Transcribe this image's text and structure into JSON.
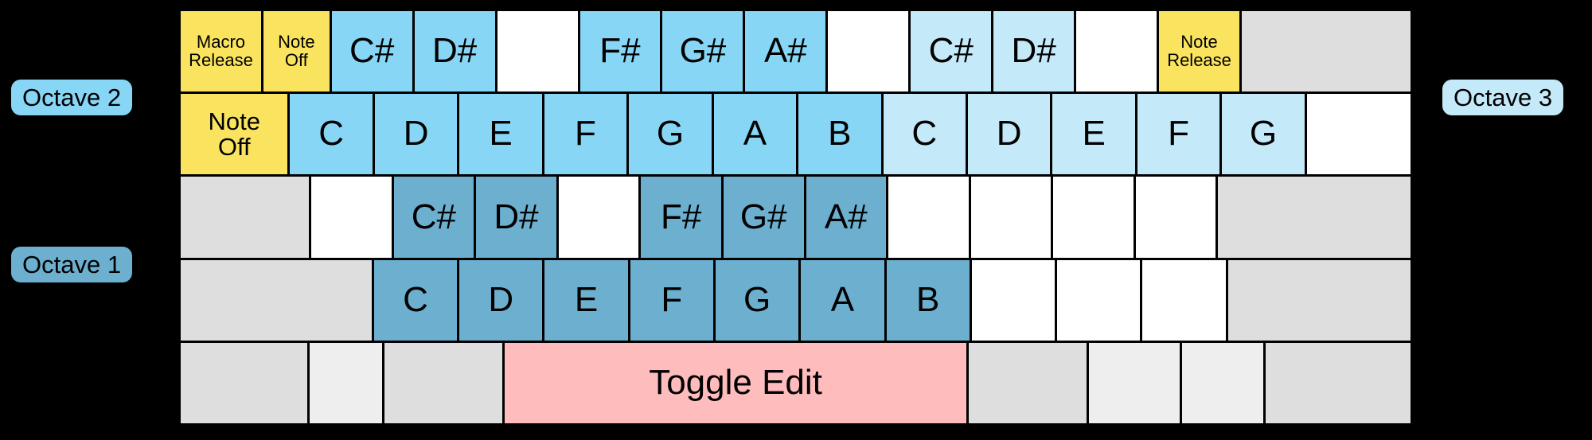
{
  "labels": {
    "octave1": "Octave 1",
    "octave2": "Octave 2",
    "octave3": "Octave 3"
  },
  "colors": {
    "background": "#000000",
    "octave1_blue": "#6cafcf",
    "octave2_blue": "#87d6f5",
    "octave3_blue": "#c4e9f9",
    "special_yellow": "#fae45f",
    "toggle_pink": "#ffbcbc",
    "inactive_grey": "#dedede",
    "inactive_white": "#ffffff",
    "border": "#000000"
  },
  "keyboard": {
    "rows": [
      {
        "name": "number-row",
        "keys": [
          {
            "label": "Macro\nRelease",
            "color": "yellow",
            "size": "small",
            "flex": 1.0
          },
          {
            "label": "Note\nOff",
            "color": "yellow",
            "size": "small",
            "flex": 0.82
          },
          {
            "label": "C#",
            "color": "sky",
            "size": "big",
            "flex": 1.0
          },
          {
            "label": "D#",
            "color": "sky",
            "size": "big",
            "flex": 1.0
          },
          {
            "label": "",
            "color": "white",
            "size": "medium",
            "flex": 1.0
          },
          {
            "label": "F#",
            "color": "sky",
            "size": "big",
            "flex": 1.0
          },
          {
            "label": "G#",
            "color": "sky",
            "size": "big",
            "flex": 1.0
          },
          {
            "label": "A#",
            "color": "sky",
            "size": "big",
            "flex": 1.0
          },
          {
            "label": "",
            "color": "white",
            "size": "medium",
            "flex": 1.0
          },
          {
            "label": "C#",
            "color": "pale",
            "size": "big",
            "flex": 1.0
          },
          {
            "label": "D#",
            "color": "pale",
            "size": "big",
            "flex": 1.0
          },
          {
            "label": "",
            "color": "white",
            "size": "medium",
            "flex": 1.0
          },
          {
            "label": "Note\nRelease",
            "color": "yellow",
            "size": "small",
            "flex": 1.0
          },
          {
            "label": "",
            "color": "grey",
            "size": "medium",
            "flex": 2.1
          }
        ]
      },
      {
        "name": "top-letter-row",
        "keys": [
          {
            "label": "Note\nOff",
            "color": "yellow",
            "size": "medium",
            "flex": 1.3
          },
          {
            "label": "C",
            "color": "sky",
            "size": "big",
            "flex": 1.0
          },
          {
            "label": "D",
            "color": "sky",
            "size": "big",
            "flex": 1.0
          },
          {
            "label": "E",
            "color": "sky",
            "size": "big",
            "flex": 1.0
          },
          {
            "label": "F",
            "color": "sky",
            "size": "big",
            "flex": 1.0
          },
          {
            "label": "G",
            "color": "sky",
            "size": "big",
            "flex": 1.0
          },
          {
            "label": "A",
            "color": "sky",
            "size": "big",
            "flex": 1.0
          },
          {
            "label": "B",
            "color": "sky",
            "size": "big",
            "flex": 1.0
          },
          {
            "label": "C",
            "color": "pale",
            "size": "big",
            "flex": 1.0
          },
          {
            "label": "D",
            "color": "pale",
            "size": "big",
            "flex": 1.0
          },
          {
            "label": "E",
            "color": "pale",
            "size": "big",
            "flex": 1.0
          },
          {
            "label": "F",
            "color": "pale",
            "size": "big",
            "flex": 1.0
          },
          {
            "label": "G",
            "color": "pale",
            "size": "big",
            "flex": 1.0
          },
          {
            "label": "",
            "color": "white",
            "size": "medium",
            "flex": 1.26
          }
        ]
      },
      {
        "name": "home-row",
        "keys": [
          {
            "label": "",
            "color": "grey",
            "size": "medium",
            "flex": 1.6
          },
          {
            "label": "",
            "color": "white",
            "size": "medium",
            "flex": 1.0
          },
          {
            "label": "C#",
            "color": "steel",
            "size": "big",
            "flex": 1.0
          },
          {
            "label": "D#",
            "color": "steel",
            "size": "big",
            "flex": 1.0
          },
          {
            "label": "",
            "color": "white",
            "size": "medium",
            "flex": 1.0
          },
          {
            "label": "F#",
            "color": "steel",
            "size": "big",
            "flex": 1.0
          },
          {
            "label": "G#",
            "color": "steel",
            "size": "big",
            "flex": 1.0
          },
          {
            "label": "A#",
            "color": "steel",
            "size": "big",
            "flex": 1.0
          },
          {
            "label": "",
            "color": "white",
            "size": "medium",
            "flex": 1.0
          },
          {
            "label": "",
            "color": "white",
            "size": "medium",
            "flex": 1.0
          },
          {
            "label": "",
            "color": "white",
            "size": "medium",
            "flex": 1.0
          },
          {
            "label": "",
            "color": "white",
            "size": "medium",
            "flex": 1.0
          },
          {
            "label": "",
            "color": "grey",
            "size": "medium",
            "flex": 2.4
          }
        ]
      },
      {
        "name": "bottom-letter-row",
        "keys": [
          {
            "label": "",
            "color": "grey",
            "size": "medium",
            "flex": 2.3
          },
          {
            "label": "C",
            "color": "steel",
            "size": "big",
            "flex": 1.0
          },
          {
            "label": "D",
            "color": "steel",
            "size": "big",
            "flex": 1.0
          },
          {
            "label": "E",
            "color": "steel",
            "size": "big",
            "flex": 1.0
          },
          {
            "label": "F",
            "color": "steel",
            "size": "big",
            "flex": 1.0
          },
          {
            "label": "G",
            "color": "steel",
            "size": "big",
            "flex": 1.0
          },
          {
            "label": "A",
            "color": "steel",
            "size": "big",
            "flex": 1.0
          },
          {
            "label": "B",
            "color": "steel",
            "size": "big",
            "flex": 1.0
          },
          {
            "label": "",
            "color": "white",
            "size": "medium",
            "flex": 1.0
          },
          {
            "label": "",
            "color": "white",
            "size": "medium",
            "flex": 1.0
          },
          {
            "label": "",
            "color": "white",
            "size": "medium",
            "flex": 1.0
          },
          {
            "label": "",
            "color": "grey",
            "size": "medium",
            "flex": 2.2
          }
        ]
      },
      {
        "name": "spacebar-row",
        "keys": [
          {
            "label": "",
            "color": "grey",
            "size": "medium",
            "flex": 1.4
          },
          {
            "label": "",
            "color": "grey2",
            "size": "medium",
            "flex": 0.8
          },
          {
            "label": "",
            "color": "grey",
            "size": "medium",
            "flex": 1.3
          },
          {
            "label": "Toggle Edit",
            "color": "pink",
            "size": "big",
            "flex": 5.1
          },
          {
            "label": "",
            "color": "grey",
            "size": "medium",
            "flex": 1.3
          },
          {
            "label": "",
            "color": "grey2",
            "size": "medium",
            "flex": 1.0
          },
          {
            "label": "",
            "color": "grey2",
            "size": "medium",
            "flex": 0.9
          },
          {
            "label": "",
            "color": "grey",
            "size": "medium",
            "flex": 1.6
          }
        ]
      }
    ]
  }
}
